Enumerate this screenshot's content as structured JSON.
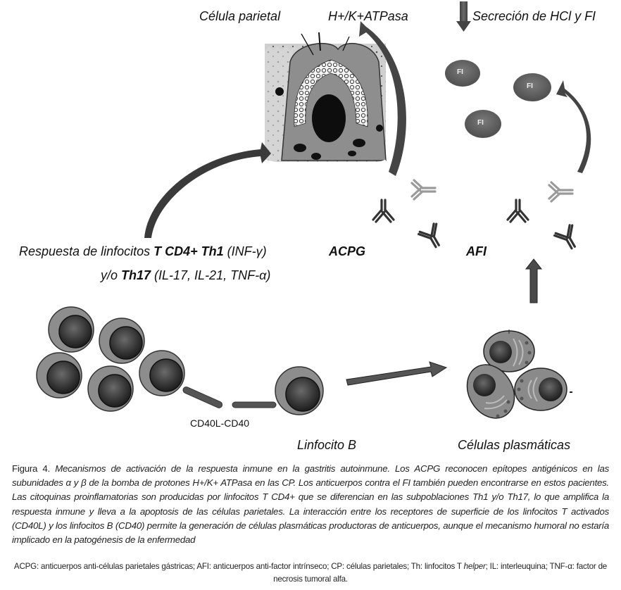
{
  "diagram": {
    "labels": {
      "parietal_cell": "Célula parietal",
      "pump": "H+/K+ATPasa",
      "secretion": "Secreción de HCl y FI",
      "fi": "FI",
      "acpg": "ACPG",
      "afi": "AFI",
      "response_part1": "Respuesta de  linfocitos ",
      "response_bold1": "T CD4+ Th1",
      "response_part2": " (INF-γ)",
      "response_line2_pre": "y/o ",
      "response_bold2": "Th17",
      "response_line2_post": " (IL-17, IL-21, TNF-α)",
      "cd40": "CD40L-CD40",
      "b_cell": "Linfocito B",
      "plasma_cells": "Células plasmáticas"
    }
  },
  "caption": {
    "figure_label": "Figura 4. ",
    "text": "Mecanismos de activación de la respuesta inmune en la gastritis autoinmune. Los ACPG reconocen epítopes antigénicos en las subunidades α y β de la bomba de protones H+/K+ ATPasa en las CP. Los anticuerpos contra el FI también pueden encontrarse en estos pacientes. Las citoquinas proinflamatorias son producidas por linfocitos T CD4+ que se diferencian en las subpoblaciones Th1 y/o Th17, lo que amplifica la respuesta inmune y lleva a la apoptosis de las células parietales. La interacción entre los receptores de superficie de los linfocitos T activados (CD40L) y los linfocitos B (CD40) permite la generación de células plasmáticas productoras de anticuerpos, aunque el mecanismo humoral no estaría implicado en la patogénesis de la enfermedad"
  },
  "abbreviations": {
    "part1": "ACPG: anticuerpos anti-células parietales gástricas; AFI: anticuerpos anti-factor intrínseco; CP: células parietales; Th: linfocitos T ",
    "helper": "helper",
    "part2": "; IL: interleuquina; TNF-α: factor de necrosis tumoral alfa."
  }
}
